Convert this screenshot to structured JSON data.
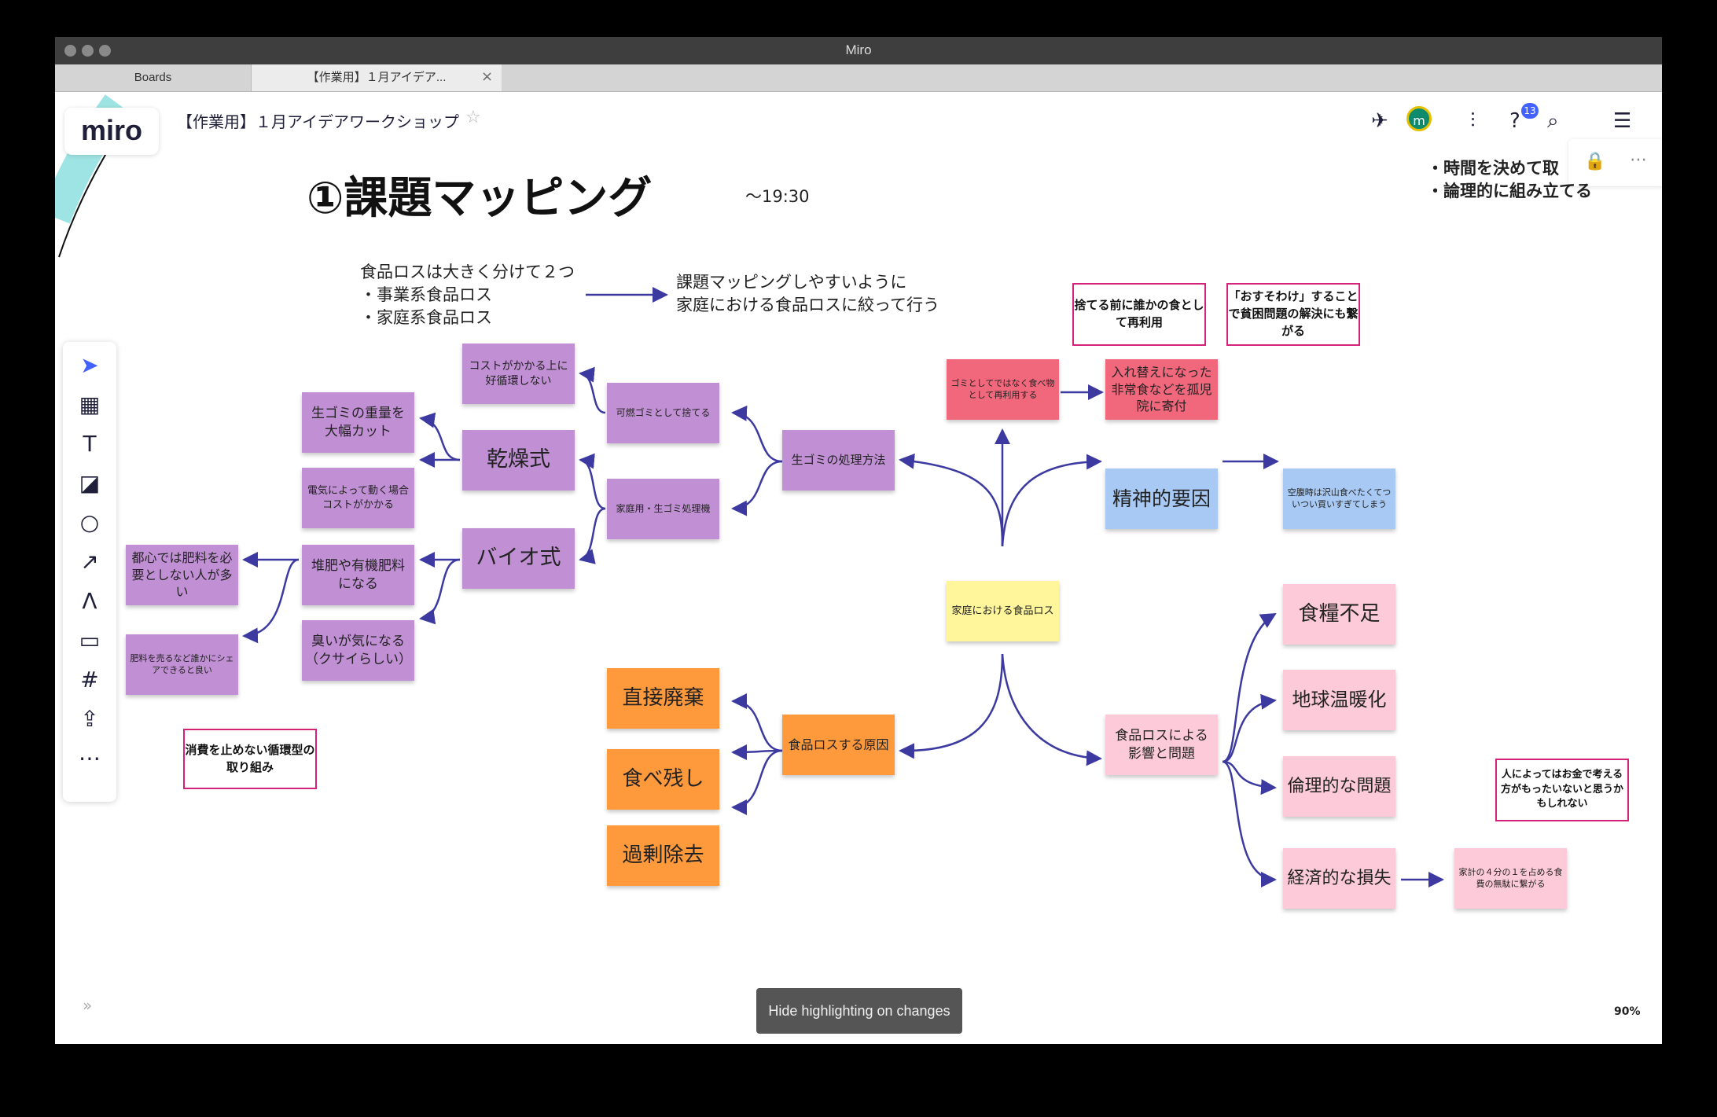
{
  "window": {
    "title": "Miro"
  },
  "tabs": [
    {
      "label": "Boards"
    },
    {
      "label": "【作業用】１月アイデア..."
    }
  ],
  "header": {
    "logo": "miro",
    "board_title": "【作業用】１月アイデアワークショップ",
    "avatar_initial": "m",
    "help_badge": "13"
  },
  "board": {
    "heading": "①課題マッピング",
    "time": "〜19:30",
    "intro_lines": [
      "食品ロスは大きく分けて２つ",
      "・事業系食品ロス",
      "・家庭系食品ロス"
    ],
    "focus_lines": [
      "課題マッピングしやすいように",
      "家庭における食品ロスに絞って行う"
    ],
    "note_lines": [
      "・時間を決めて取",
      "・論理的に組み立てる"
    ],
    "center": "家庭における食品ロス",
    "nodes": {
      "disposal_method": "生ゴミの処理方法",
      "burnable": "可燃ゴミとして捨てる",
      "home_processor": "家庭用・生ゴミ処理機",
      "cost_cycle": "コストがかかる上に好循環しない",
      "dry": "乾燥式",
      "bio": "バイオ式",
      "reduce_weight": "生ゴミの重量を大幅カット",
      "electric_cost": "電気によって動く場合コストがかかる",
      "compost": "堆肥や有機肥料になる",
      "smell": "臭いが気になる（クサイらしい）",
      "urban": "都心では肥料を必要としない人が多い",
      "share": "肥料を売るなど誰かにシェアできると良い",
      "causes": "食品ロスする原因",
      "direct": "直接廃棄",
      "leftover": "食べ残し",
      "excess": "過剰除去",
      "reuse_food": "ゴミとしてではなく食べ物として再利用する",
      "donate": "入れ替えになった非常食などを孤児院に寄付",
      "mental": "精神的要因",
      "hungry": "空腹時は沢山食べたくてついつい買いすぎてしまう",
      "impact": "食品ロスによる影響と問題",
      "food_shortage": "食糧不足",
      "warming": "地球温暖化",
      "ethics": "倫理的な問題",
      "economic": "経済的な損失",
      "household": "家計の４分の１を占める食費の無駄に繋がる"
    },
    "boxes": {
      "circular": "消費を止めない循環型の取り組み",
      "before_discard": "捨てる前に誰かの食として再利用",
      "osusowake": "「おすそわけ」することで貧困問題の解決にも繋がる",
      "money": "人によってはお金で考える方がもったいないと思うかもしれない"
    }
  },
  "hide_button": "Hide highlighting on changes",
  "zoom": "90%",
  "colors": {
    "accent": "#4262ff",
    "arrow": "#3c3aa0",
    "purple": "#c08fd4",
    "orange": "#ff9a3c",
    "pink": "#fdcad9"
  }
}
